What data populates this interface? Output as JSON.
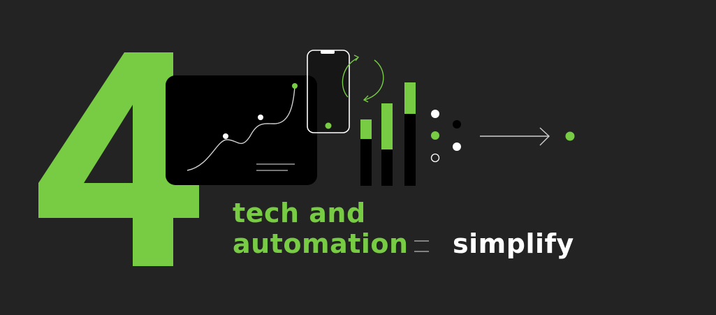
{
  "numeral": "4",
  "headline": {
    "line1": "tech and",
    "line2": "automation",
    "result": "simplify"
  },
  "colors": {
    "background": "#232323",
    "accent": "#77cc44",
    "panel": "#000000",
    "line": "#ffffff"
  },
  "bars": [
    {
      "green_fraction": 0.29
    },
    {
      "green_fraction": 0.56
    },
    {
      "green_fraction": 0.3
    }
  ]
}
